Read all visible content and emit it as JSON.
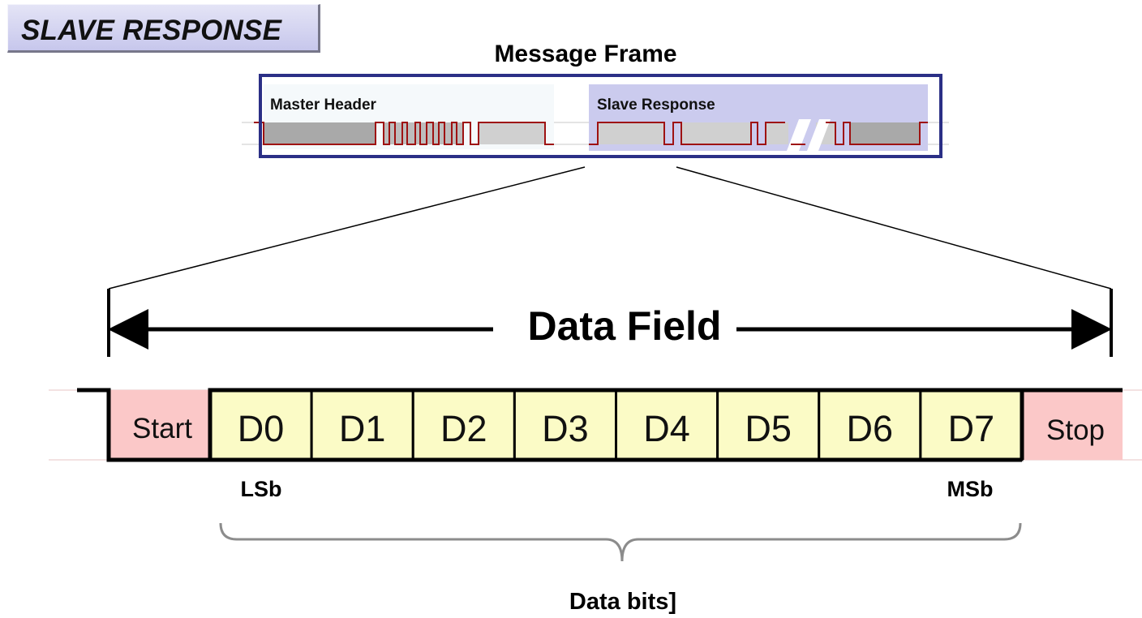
{
  "badge": {
    "title": "SLAVE RESPONSE"
  },
  "frame": {
    "title": "Message Frame",
    "master_header_label": "Master Header",
    "slave_response_label": "Slave Response"
  },
  "data_field": {
    "label": "Data Field"
  },
  "bits": {
    "start_label": "Start",
    "stop_label": "Stop",
    "data": [
      "D0",
      "D1",
      "D2",
      "D3",
      "D4",
      "D5",
      "D6",
      "D7"
    ],
    "lsb_label": "LSb",
    "msb_label": "MSb",
    "brace_label": "Data bits]"
  },
  "colors": {
    "frame_border": "#2b2f86",
    "master_fill": "#f5f9fb",
    "slave_fill": "#cbcbee",
    "signal_line": "#9e1212",
    "signal_fill_dark": "#a9a9a9",
    "signal_fill_light": "#d0d0d0",
    "start_stop_fill": "#fbc8c8",
    "data_bit_fill": "#fbfbc6",
    "brace": "#8c8c8c"
  }
}
